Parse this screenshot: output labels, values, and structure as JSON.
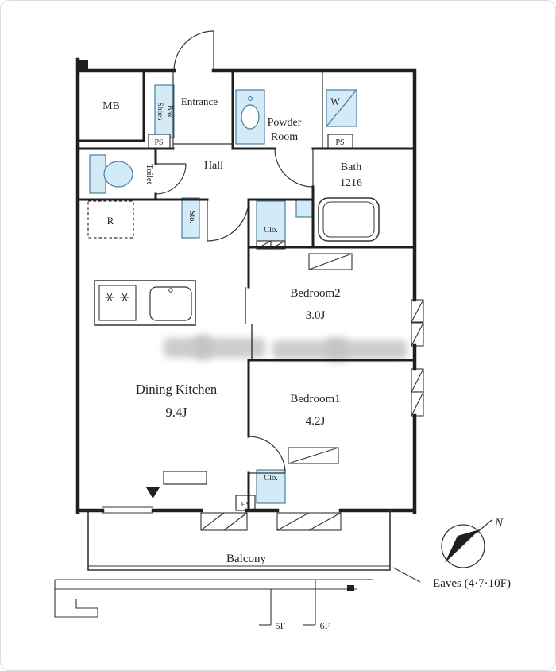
{
  "title": "apartment-floor-plan",
  "labels": {
    "mb": "MB",
    "shoes_line1": "Shoes",
    "shoes_line2": "Box",
    "entrance": "Entrance",
    "powder_line1": "Powder",
    "powder_line2": "Room",
    "washer": "W",
    "ps_left": "PS",
    "ps_right": "PS",
    "toilet": "Toilet",
    "hall": "Hall",
    "bath_line1": "Bath",
    "bath_line2": "1216",
    "fridge": "R",
    "storage": "Sto.",
    "closet_upper": "Clo.",
    "closet_lower": "Clo.",
    "hs": "HS",
    "bedroom2_name": "Bedroom2",
    "bedroom2_size": "3.0J",
    "bedroom1_name": "Bedroom1",
    "bedroom1_size": "4.2J",
    "dk_name": "Dining Kitchen",
    "dk_size": "9.4J",
    "balcony": "Balcony",
    "floor_5f": "5F",
    "floor_6f": "6F",
    "compass_n": "N",
    "eaves_note": "Eaves (4·7·10F)"
  },
  "colors": {
    "wall": "#1f1f1f",
    "wet_area_fill": "#d3eaf7",
    "wet_area_stroke": "#48809c",
    "text": "#222222",
    "thin_line": "#333333",
    "watermark": "#9a9a9a"
  }
}
